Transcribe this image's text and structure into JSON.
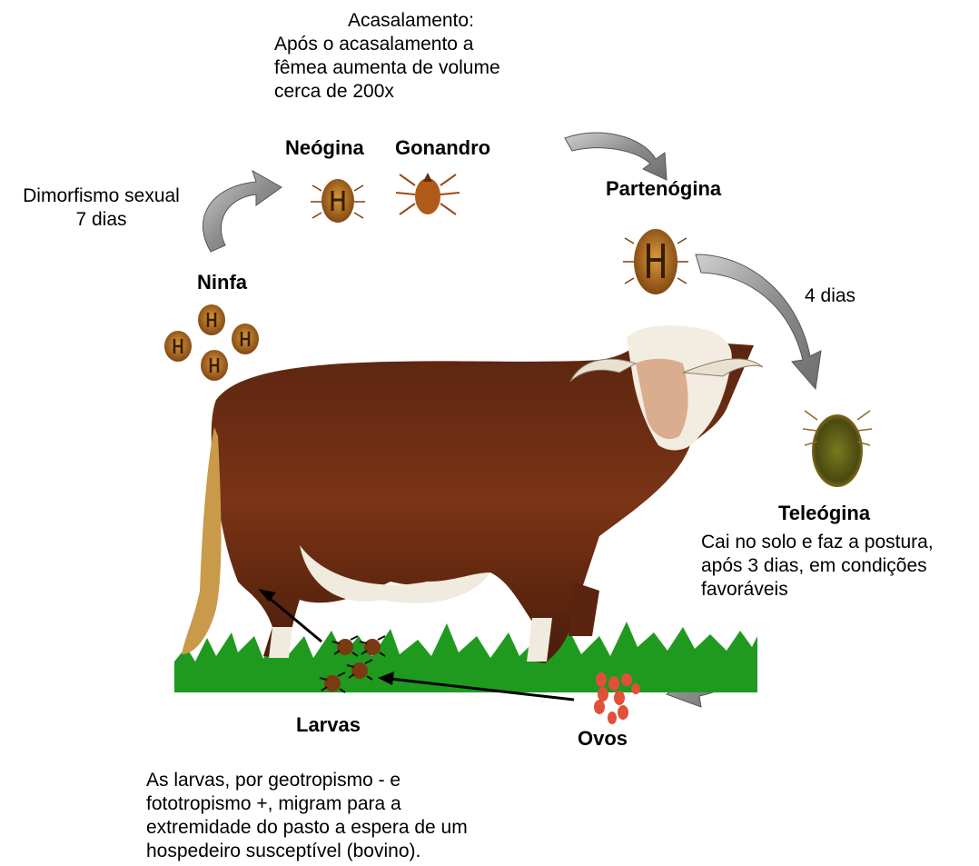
{
  "acasalamento": {
    "title": "Acasalamento:",
    "line1": "Após o acasalamento a",
    "line2": "fêmea aumenta de volume",
    "line3": "cerca de 200x"
  },
  "stages": {
    "neogina": "Neógina",
    "gonandro": "Gonandro",
    "partenogina": "Partenógina",
    "ninfa": "Ninfa",
    "teleogina": "Teleógina",
    "ovos": "Ovos",
    "larvas": "Larvas"
  },
  "dimorfismo": {
    "line1": "Dimorfismo sexual",
    "line2": "7 dias"
  },
  "quatro_dias": "4 dias",
  "teleogina_note": {
    "line1": "Cai no solo e faz a postura,",
    "line2": "após 3 dias, em condições",
    "line3": "favoráveis"
  },
  "larvas_note": {
    "line1": "As larvas, por geotropismo - e",
    "line2": "fototropismo +, migram para a",
    "line3": "extremidade do pasto a espera de um",
    "line4": "hospedeiro susceptível (bovino)."
  },
  "colors": {
    "cycle_arrow": "#8c8c8c",
    "grass": "#1f9a1f",
    "bull_body": "#6b2a12",
    "tick_brown": "#9a5a14",
    "egg_red": "#e0503a"
  }
}
